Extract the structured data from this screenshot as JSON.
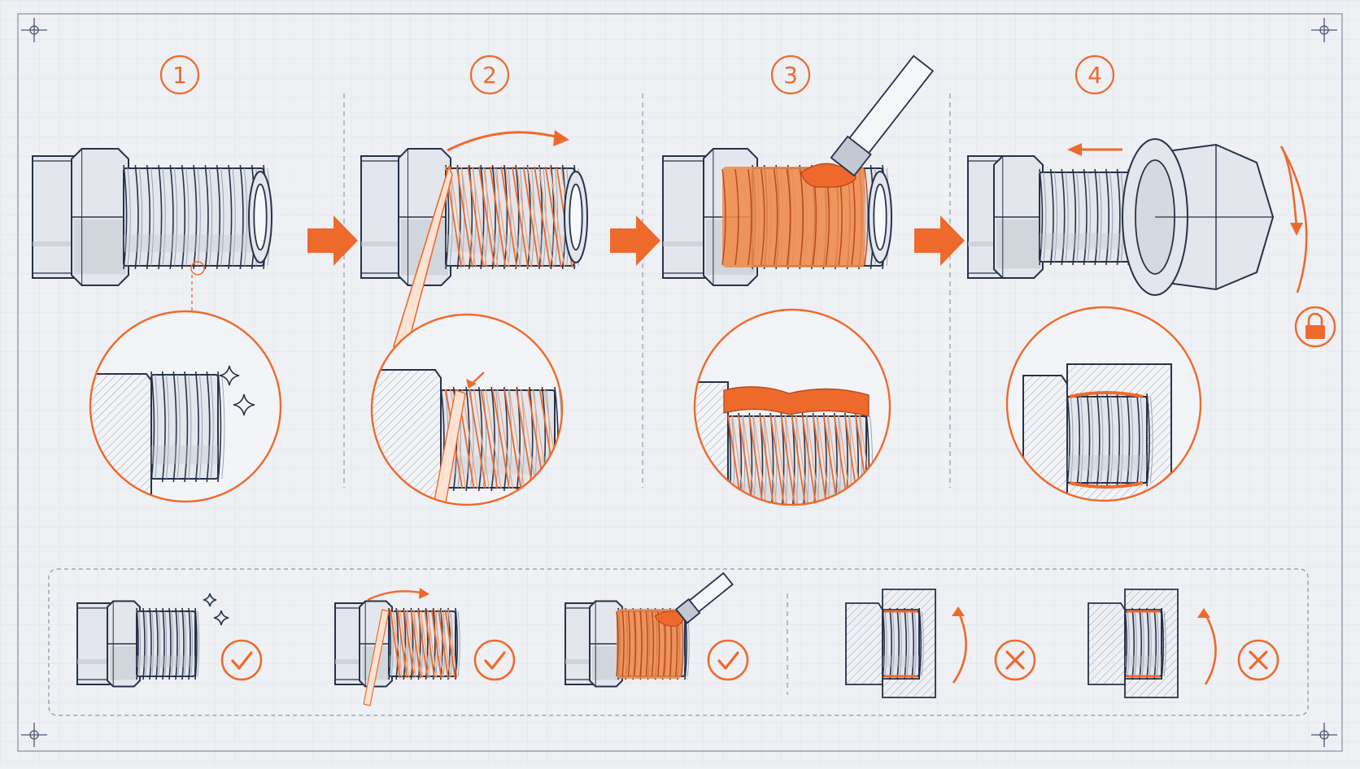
{
  "colors": {
    "background": "#eef0f4",
    "grid": "#dfe3ea",
    "ink": "#27324a",
    "metal_fill": "#e3e6ec",
    "metal_dark": "#c3c8d2",
    "accent": "#ee6a2c",
    "accent_fill": "#f08a4a"
  },
  "steps": [
    {
      "number": "1",
      "action": "clean-threads",
      "icons": [
        "sparkle-icon"
      ]
    },
    {
      "number": "2",
      "action": "wrap-ptfe-tape",
      "icons": [
        "rotate-arrow-icon"
      ]
    },
    {
      "number": "3",
      "action": "apply-pipe-dope",
      "icons": [
        "brush-icon"
      ]
    },
    {
      "number": "4",
      "action": "thread-and-tighten-fitting",
      "icons": [
        "left-arrow-icon",
        "tighten-arrow-icon",
        "lock-icon"
      ]
    }
  ],
  "summary": [
    {
      "action": "clean-threads",
      "result": "check-icon"
    },
    {
      "action": "wrap-ptfe-tape",
      "result": "check-icon"
    },
    {
      "action": "apply-pipe-dope",
      "result": "check-icon"
    },
    {
      "action": "overtighten-fitting",
      "result": "cross-icon"
    },
    {
      "action": "undertighten-fitting",
      "result": "cross-icon"
    }
  ]
}
